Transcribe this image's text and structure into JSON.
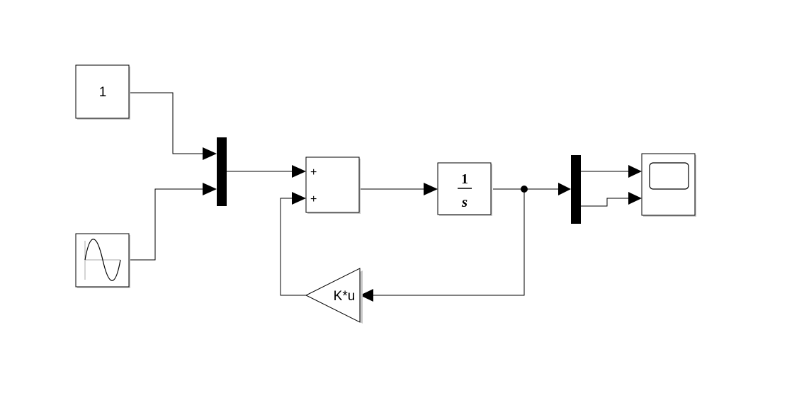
{
  "diagram": {
    "type": "simulink-block-diagram",
    "colors": {
      "line": "#000000",
      "block_fill": "#ffffff",
      "block_shadow": "#c8c8c8",
      "mux_bar": "#000000"
    },
    "blocks": {
      "constant": {
        "value": "1"
      },
      "sine_wave": {
        "icon": "sine-wave-icon"
      },
      "mux_in": {
        "icon": "mux-bar"
      },
      "sum": {
        "sign1": "+",
        "sign2": "+"
      },
      "integrator": {
        "numerator": "1",
        "denominator": "s"
      },
      "gain": {
        "label": "K*u"
      },
      "mux_out": {
        "icon": "mux-bar"
      },
      "scope": {
        "icon": "scope-screen-icon"
      }
    }
  }
}
